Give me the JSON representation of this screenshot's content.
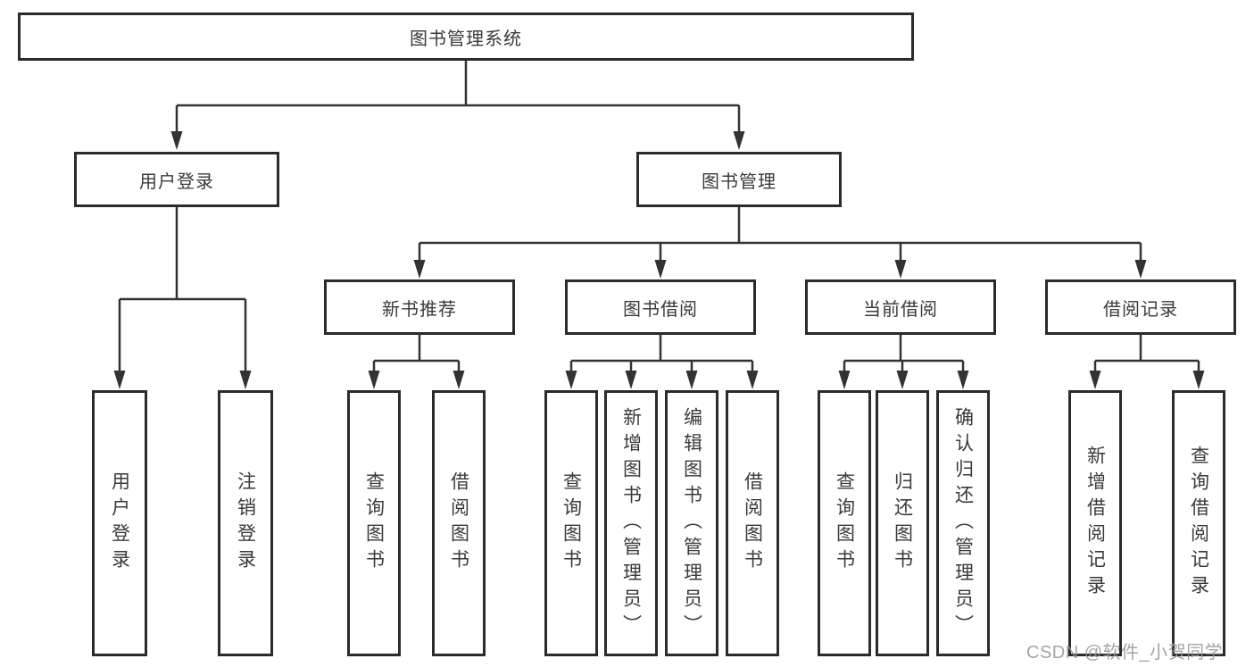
{
  "colors": {
    "line": "#333333",
    "box_border": "#2b2b2b",
    "box_fill": "#ffffff",
    "text": "#3a3a3a",
    "watermark": "#949494",
    "background": "#ffffff"
  },
  "tree": {
    "root": "图书管理系统",
    "branches": [
      {
        "label": "用户登录",
        "children": [
          "用户登录",
          "注销登录"
        ]
      },
      {
        "label": "图书管理",
        "groups": [
          {
            "label": "新书推荐",
            "children": [
              "查询图书",
              "借阅图书"
            ]
          },
          {
            "label": "图书借阅",
            "children": [
              "查询图书",
              "新增图书（管理员）",
              "编辑图书（管理员）",
              "借阅图书"
            ]
          },
          {
            "label": "当前借阅",
            "children": [
              "查询图书",
              "归还图书",
              "确认归还（管理员）"
            ]
          },
          {
            "label": "借阅记录",
            "children": [
              "新增借阅记录",
              "查询借阅记录"
            ]
          }
        ]
      }
    ]
  },
  "watermark": "CSDN @软件_小贺同学"
}
